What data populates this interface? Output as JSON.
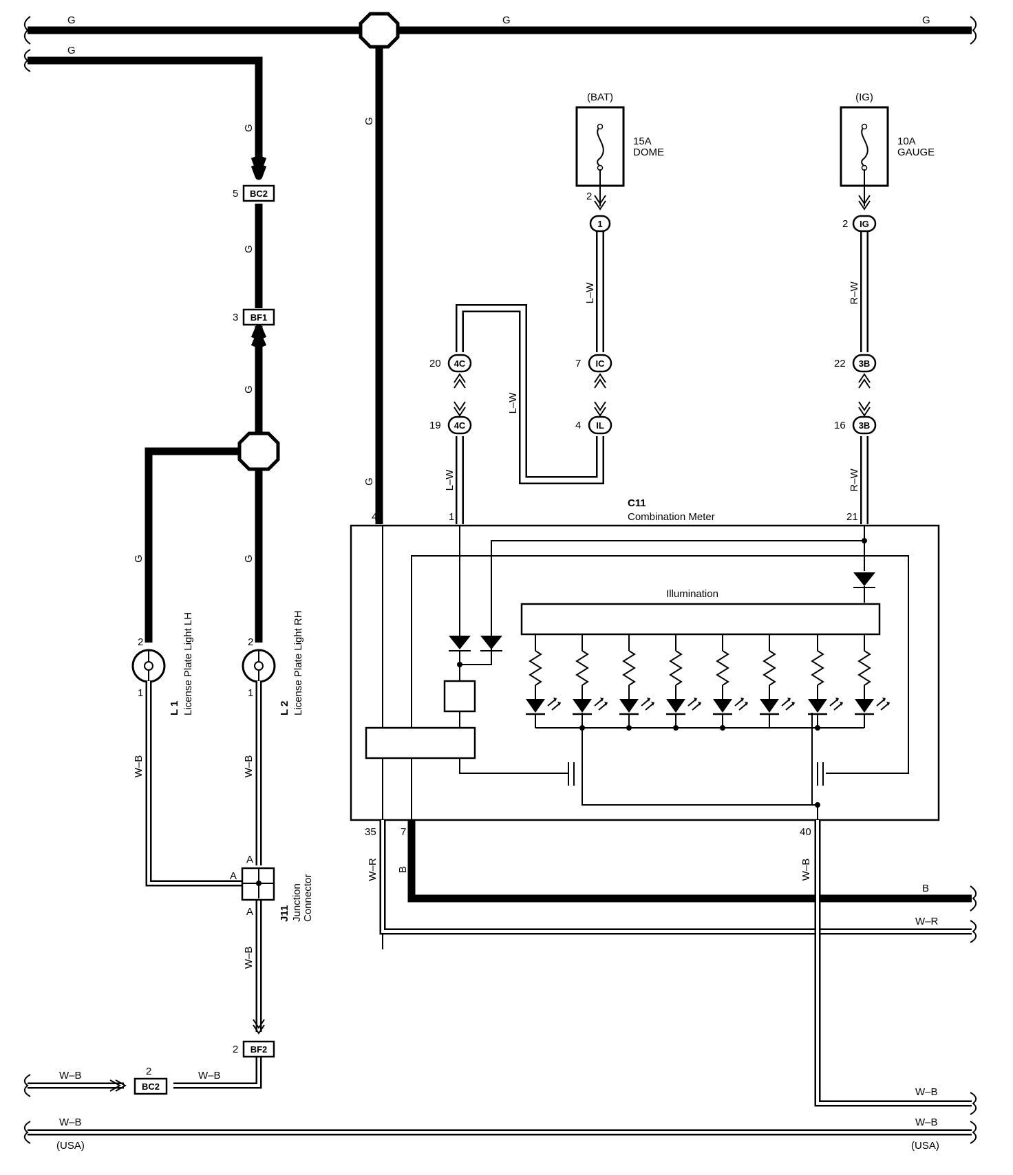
{
  "wire_colors": {
    "G": "G",
    "W_B": "W–B",
    "W_R": "W–R",
    "B": "B",
    "L_W": "L–W",
    "R_W": "R–W"
  },
  "region": "(USA)",
  "fuses": {
    "dome": {
      "source": "(BAT)",
      "rating": "15A",
      "name": "DOME"
    },
    "gauge": {
      "source": "(IG)",
      "rating": "10A",
      "name": "GAUGE"
    }
  },
  "connectors": {
    "bc2": "BC2",
    "bf1": "BF1",
    "bf2": "BF2",
    "c1": "1",
    "ig": "IG",
    "ic": "IC",
    "il": "IL",
    "c4c": "4C",
    "c3b": "3B"
  },
  "pins": {
    "p1": "1",
    "p2": "2",
    "p3": "3",
    "p4": "4",
    "p5": "5",
    "p7": "7",
    "p16": "16",
    "p19": "19",
    "p20": "20",
    "p21": "21",
    "p22": "22",
    "p35": "35",
    "p40": "40",
    "pA": "A"
  },
  "components": {
    "l1_code": "L 1",
    "l1_name": "License Plate Light LH",
    "l2_code": "L 2",
    "l2_name": "License Plate Light RH",
    "j11_code": "J11",
    "j11_line1": "Junction",
    "j11_line2": "Connector",
    "c11_code": "C11",
    "c11_name": "Combination Meter",
    "illumination": "Illumination"
  }
}
